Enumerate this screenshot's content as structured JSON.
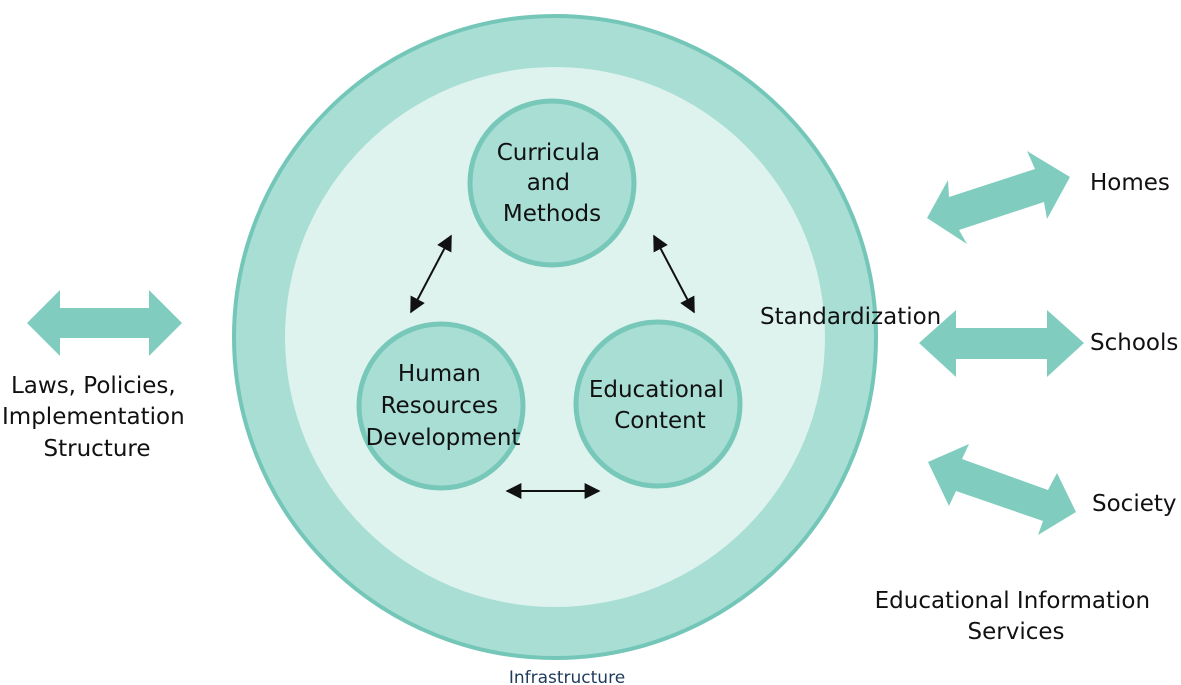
{
  "colors": {
    "outer_ring": "#a8ded4",
    "outer_ring_stroke": "#74c7b8",
    "inner_disc": "#def3ee",
    "node_fill": "#a8ded4",
    "node_stroke": "#78c8ba",
    "big_arrow": "#80cdbf",
    "line_arrow": "#111111",
    "text": "#111111",
    "footer_text": "#1f3a5a"
  },
  "nodes": {
    "curricula": {
      "lines": [
        "Curricula",
        "and",
        "Methods"
      ]
    },
    "human_resources": {
      "lines": [
        "Human",
        "Resources",
        "Development"
      ]
    },
    "educational_content": {
      "lines": [
        "Educational",
        "Content"
      ]
    }
  },
  "labels": {
    "standardization": "Standardization",
    "infrastructure": "Infrastructure",
    "left_block": [
      "Laws, Policies,",
      "Implementation",
      "Structure"
    ],
    "homes": "Homes",
    "schools": "Schools",
    "society": "Society",
    "services": [
      "Educational Information",
      "Services"
    ]
  }
}
